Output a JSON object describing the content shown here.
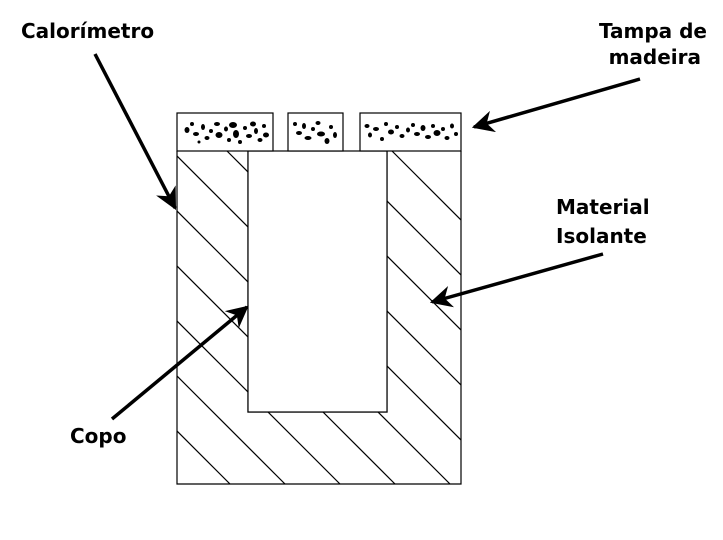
{
  "labels": {
    "calorimeter": "Calorímetro",
    "lid_line1": "Tampa de",
    "lid_line2": "madeira",
    "insulation_line1": "Material",
    "insulation_line2": "Isolante",
    "cup": "Copo"
  },
  "colors": {
    "ink": "#000000",
    "background": "#ffffff"
  }
}
